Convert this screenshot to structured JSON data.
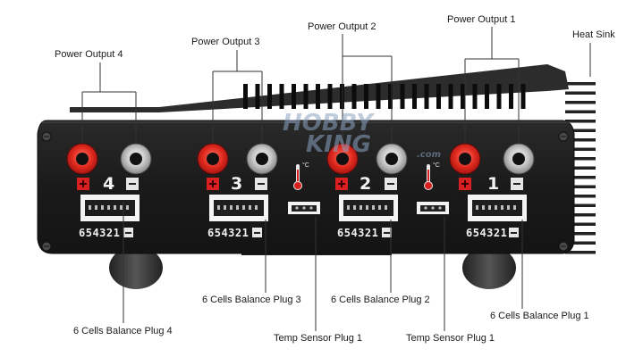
{
  "labels": {
    "power_output_1": "Power Output 1",
    "power_output_2": "Power Output 2",
    "power_output_3": "Power Output 3",
    "power_output_4": "Power Output 4",
    "heat_sink": "Heat Sink",
    "balance_plug_1": "6 Cells Balance Plug 1",
    "balance_plug_2": "6 Cells Balance Plug 2",
    "balance_plug_3": "6 Cells Balance Plug 3",
    "balance_plug_4": "6 Cells Balance Plug 4",
    "temp_sensor_left": "Temp Sensor Plug 1",
    "temp_sensor_right": "Temp Sensor Plug 1"
  },
  "ports": [
    {
      "number": "4",
      "pins": "654321"
    },
    {
      "number": "3",
      "pins": "654321"
    },
    {
      "number": "2",
      "pins": "654321"
    },
    {
      "number": "1",
      "pins": "654321"
    }
  ],
  "temp_unit": "°C",
  "watermark": {
    "line1": "HOBBY",
    "line2": "KING",
    "suffix": ".com"
  },
  "colors": {
    "body": "#1b1b1b",
    "positive": "#d92020",
    "negative": "#cfcfcf",
    "leader": "#333333"
  }
}
